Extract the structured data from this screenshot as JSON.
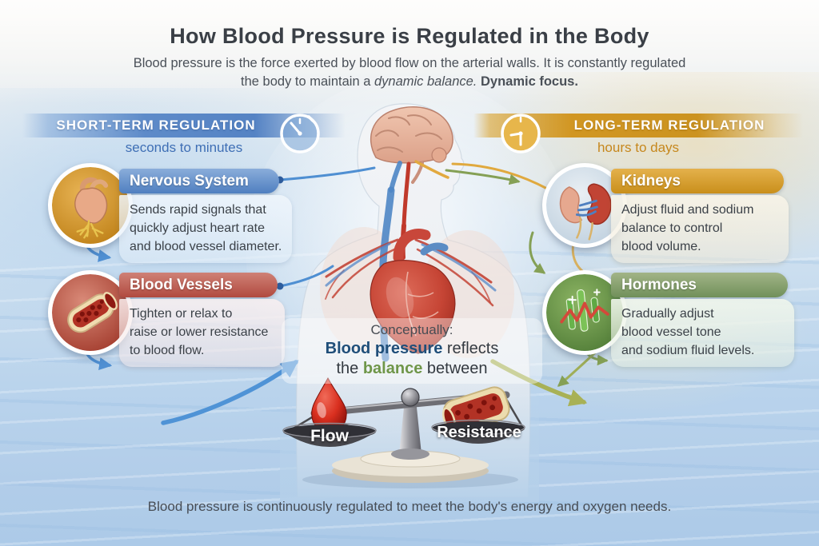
{
  "header": {
    "title": "How Blood Pressure is Regulated in the Body",
    "subtitle_line1": "Blood pressure is the force exerted by blood flow on the arterial walls. It is constantly regulated",
    "subtitle_line2_pre": "the body to maintain a ",
    "subtitle_line2_italic": "dynamic balance.",
    "subtitle_line2_bold": " Dynamic focus."
  },
  "bands": {
    "short_term": {
      "label": "SHORT-TERM REGULATION",
      "timeframe": "seconds to minutes"
    },
    "long_term": {
      "label": "LONG-TERM REGULATION",
      "timeframe": "hours to days"
    }
  },
  "cards": {
    "nervous": {
      "title": "Nervous System",
      "lines": [
        "Sends rapid signals that",
        "quickly adjust heart rate",
        "and blood vessel diameter."
      ]
    },
    "vessels": {
      "title": "Blood Vessels",
      "lines": [
        "Tighten or relax to",
        "raise or lower resistance",
        "to blood flow."
      ]
    },
    "kidneys": {
      "title": "Kidneys",
      "lines": [
        "Adjust fluid and sodium",
        "balance to control",
        "blood volume."
      ]
    },
    "hormones": {
      "title": "Hormones",
      "lines": [
        "Gradually adjust",
        "blood vessel tone",
        "and sodium fluid levels."
      ]
    }
  },
  "concept": {
    "line1": "Conceptually:",
    "line2_bold": "Blood pressure",
    "line2_rest": " reflects",
    "line3_pre": "the ",
    "line3_bold": "balance",
    "line3_post": " between"
  },
  "scale": {
    "left_label": "Flow",
    "right_label": "Resistance"
  },
  "footer": "Blood pressure is continuously regulated to meet the body's energy and oxygen needs.",
  "colors": {
    "accent_blue": "#4f8fd2",
    "accent_gold": "#cc9320",
    "ribbon_red": "#b14a3f",
    "ribbon_green": "#70905a",
    "navy_text": "#1f4e79",
    "balance_green": "#6f9649"
  }
}
